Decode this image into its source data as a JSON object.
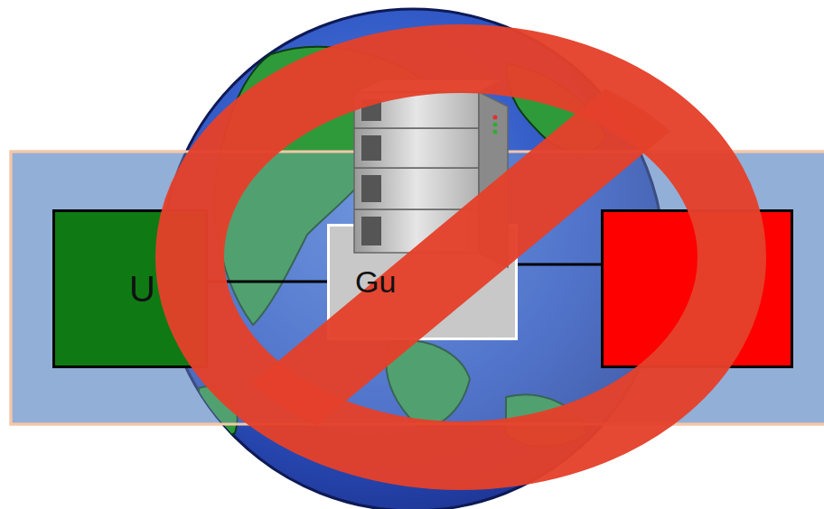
{
  "diagram": {
    "nodes": [
      {
        "text": [
          "U"
        ]
      },
      {
        "text": [
          "Gu"
        ]
      },
      {
        "text": []
      }
    ],
    "edges": [
      {
        "from": 0,
        "to": 1,
        "arrow": "none"
      },
      {
        "from": 1,
        "to": 2,
        "arrow": "none"
      }
    ]
  }
}
